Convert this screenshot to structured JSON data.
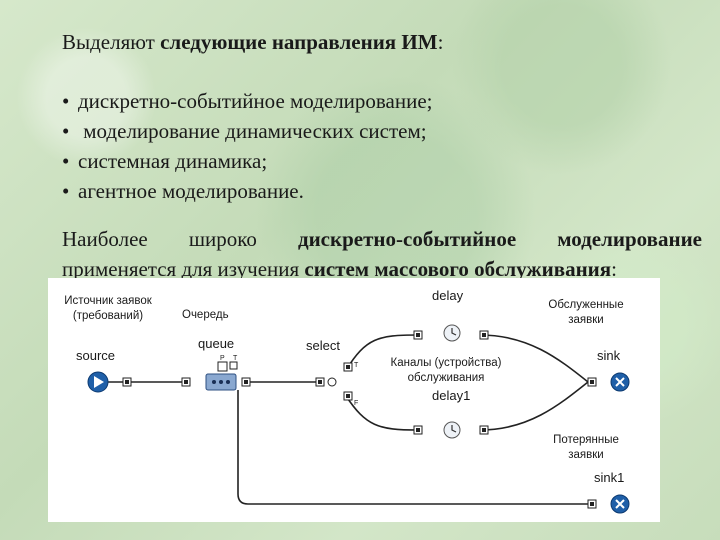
{
  "heading": {
    "prefix": "Выделяют ",
    "bold": "следующие направления ИМ",
    "suffix": ":"
  },
  "bullets": [
    {
      "dot": "•",
      "text": "дискретно-событийное моделирование;"
    },
    {
      "dot": "•",
      "text": " моделирование динамических систем;"
    },
    {
      "dot": "•",
      "text": "системная динамика;"
    },
    {
      "dot": "•",
      "text": "агентное моделирование."
    }
  ],
  "paragraph": {
    "part1": "Наиболее широко ",
    "bold1": "дискретно-событийное моделирование",
    "part2": " применяется для изучения ",
    "bold2": "систем массового обслуживания",
    "part3": ":"
  },
  "diagram": {
    "labels": {
      "source_caption_line1": "Источник заявок",
      "source_caption_line2": "(требований)",
      "queue_caption": "Очередь",
      "source_name": "source",
      "queue_name": "queue",
      "select_name": "select",
      "delay_name": "delay",
      "delay1_name": "delay1",
      "channels_line1": "Каналы (устройства)",
      "channels_line2": "обслуживания",
      "served_line1": "Обслуженные",
      "served_line2": "заявки",
      "sink_name": "sink",
      "lost_line1": "Потерянные",
      "lost_line2": "заявки",
      "sink1_name": "sink1",
      "port_p": "P",
      "port_t": "T",
      "port_true": "T",
      "port_false": "F"
    },
    "colors": {
      "wire": "#222222",
      "block_fill": "#1f5fa8",
      "queue_fill": "#8aa8d0",
      "sink_fill": "#1f5fa8"
    }
  }
}
